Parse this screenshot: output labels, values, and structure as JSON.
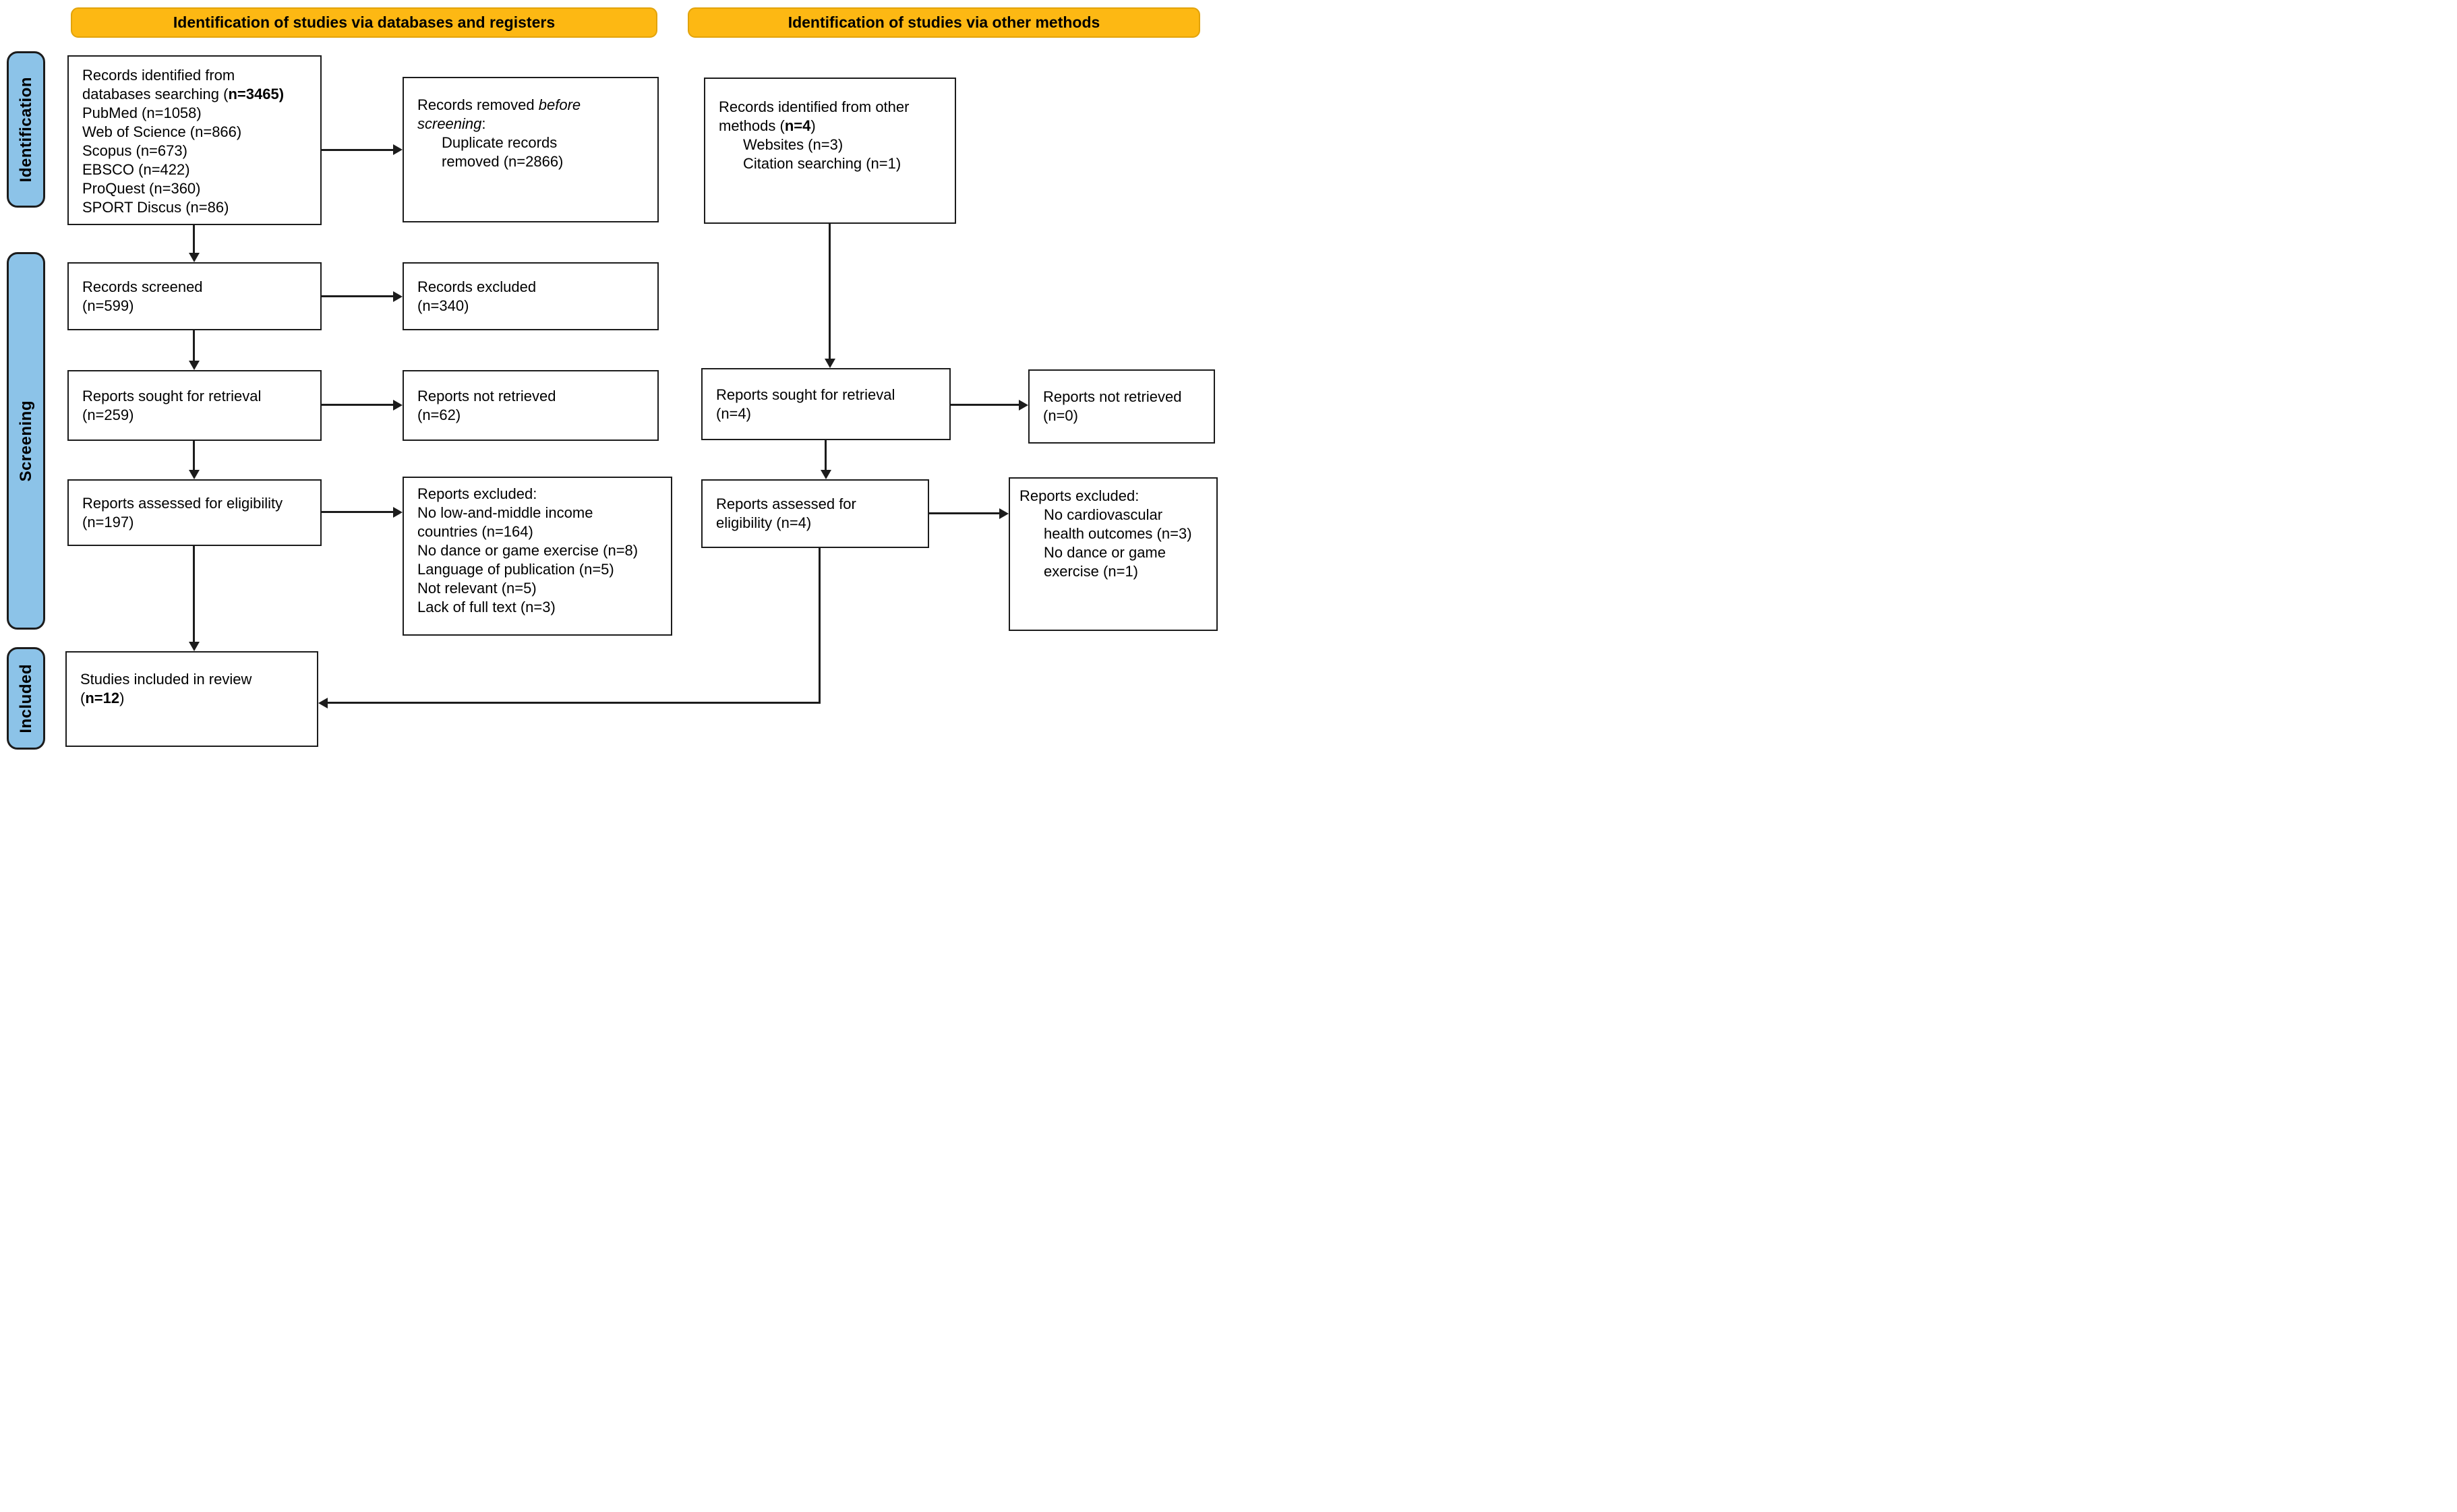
{
  "colors": {
    "banner_bg": "#FDB813",
    "banner_border": "#E2A30B",
    "stage_bg": "#8CC3E8",
    "stage_border": "#1C1C1C",
    "box_border": "#1C1C1C",
    "arrow": "#1C1C1C"
  },
  "banners": {
    "databases": {
      "label": "Identification of studies via databases and registers"
    },
    "other": {
      "label": "Identification of studies via other methods"
    }
  },
  "stages": {
    "identification": {
      "label": "Identification"
    },
    "screening": {
      "label": "Screening"
    },
    "included": {
      "label": "Included"
    }
  },
  "boxes": [
    {
      "id": "records-identified-databases",
      "lines": [
        {
          "segs": [
            {
              "t": "Records identified from"
            }
          ]
        },
        {
          "segs": [
            {
              "t": "databases searching ("
            },
            {
              "t": "n=3465)",
              "b": true
            }
          ]
        },
        {
          "segs": [
            {
              "t": "PubMed (n=1058)"
            }
          ]
        },
        {
          "segs": [
            {
              "t": "Web of Science (n=866)"
            }
          ]
        },
        {
          "segs": [
            {
              "t": "Scopus (n=673)"
            }
          ]
        },
        {
          "segs": [
            {
              "t": "EBSCO (n=422)"
            }
          ]
        },
        {
          "segs": [
            {
              "t": "ProQuest (n=360)"
            }
          ]
        },
        {
          "segs": [
            {
              "t": "SPORT Discus (n=86)"
            }
          ]
        }
      ]
    },
    {
      "id": "records-removed",
      "lines": [
        {
          "segs": [
            {
              "t": "Records removed "
            },
            {
              "t": "before",
              "i": true
            }
          ]
        },
        {
          "segs": [
            {
              "t": "screening",
              "i": true
            },
            {
              "t": ":"
            }
          ]
        },
        {
          "indent": true,
          "segs": [
            {
              "t": "Duplicate records"
            }
          ]
        },
        {
          "indent": true,
          "segs": [
            {
              "t": "removed (n=2866)"
            }
          ]
        }
      ]
    },
    {
      "id": "records-identified-other",
      "lines": [
        {
          "segs": [
            {
              "t": "Records identified from other"
            }
          ]
        },
        {
          "segs": [
            {
              "t": "methods ("
            },
            {
              "t": "n=4",
              "b": true
            },
            {
              "t": ")"
            }
          ]
        },
        {
          "indent": true,
          "segs": [
            {
              "t": "Websites (n=3)"
            }
          ]
        },
        {
          "indent": true,
          "segs": [
            {
              "t": "Citation searching (n=1)"
            }
          ]
        }
      ]
    },
    {
      "id": "records-screened",
      "lines": [
        {
          "segs": [
            {
              "t": "Records screened"
            }
          ]
        },
        {
          "segs": [
            {
              "t": "(n=599)"
            }
          ]
        }
      ]
    },
    {
      "id": "records-excluded",
      "lines": [
        {
          "segs": [
            {
              "t": "Records excluded"
            }
          ]
        },
        {
          "segs": [
            {
              "t": "(n=340)"
            }
          ]
        }
      ]
    },
    {
      "id": "reports-sought-left",
      "lines": [
        {
          "segs": [
            {
              "t": "Reports sought for retrieval"
            }
          ]
        },
        {
          "segs": [
            {
              "t": "(n=259)"
            }
          ]
        }
      ]
    },
    {
      "id": "reports-not-retrieved-left",
      "lines": [
        {
          "segs": [
            {
              "t": "Reports not retrieved"
            }
          ]
        },
        {
          "segs": [
            {
              "t": "(n=62)"
            }
          ]
        }
      ]
    },
    {
      "id": "reports-sought-right",
      "lines": [
        {
          "segs": [
            {
              "t": "Reports sought for retrieval"
            }
          ]
        },
        {
          "segs": [
            {
              "t": "(n=4)"
            }
          ]
        }
      ]
    },
    {
      "id": "reports-not-retrieved-right",
      "lines": [
        {
          "segs": [
            {
              "t": "Reports not retrieved"
            }
          ]
        },
        {
          "segs": [
            {
              "t": "(n=0)"
            }
          ]
        }
      ]
    },
    {
      "id": "reports-assessed-left",
      "lines": [
        {
          "segs": [
            {
              "t": "Reports assessed for eligibility"
            }
          ]
        },
        {
          "segs": [
            {
              "t": "(n=197)"
            }
          ]
        }
      ]
    },
    {
      "id": "reports-excluded-left",
      "lines": [
        {
          "segs": [
            {
              "t": "Reports excluded:"
            }
          ]
        },
        {
          "segs": [
            {
              "t": "No low-and-middle income"
            }
          ]
        },
        {
          "segs": [
            {
              "t": "countries (n=164)"
            }
          ]
        },
        {
          "segs": [
            {
              "t": "No dance or game exercise (n=8)"
            }
          ]
        },
        {
          "segs": [
            {
              "t": "Language of publication (n=5)"
            }
          ]
        },
        {
          "segs": [
            {
              "t": "Not relevant (n=5)"
            }
          ]
        },
        {
          "segs": [
            {
              "t": "Lack of full text (n=3)"
            }
          ]
        }
      ]
    },
    {
      "id": "reports-assessed-right",
      "lines": [
        {
          "segs": [
            {
              "t": "Reports assessed for"
            }
          ]
        },
        {
          "segs": [
            {
              "t": "eligibility (n=4)"
            }
          ]
        }
      ]
    },
    {
      "id": "reports-excluded-right",
      "lines": [
        {
          "segs": [
            {
              "t": "Reports excluded:"
            }
          ]
        },
        {
          "indent": true,
          "segs": [
            {
              "t": "No cardiovascular"
            }
          ]
        },
        {
          "indent": true,
          "segs": [
            {
              "t": "health outcomes (n=3)"
            }
          ]
        },
        {
          "indent": true,
          "segs": [
            {
              "t": "No dance or game"
            }
          ]
        },
        {
          "indent": true,
          "segs": [
            {
              "t": "exercise (n=1)"
            }
          ]
        }
      ]
    },
    {
      "id": "studies-included",
      "lines": [
        {
          "segs": [
            {
              "t": "Studies included in review"
            }
          ]
        },
        {
          "segs": [
            {
              "t": "("
            },
            {
              "t": "n=12",
              "b": true
            },
            {
              "t": ")"
            }
          ]
        }
      ]
    }
  ]
}
